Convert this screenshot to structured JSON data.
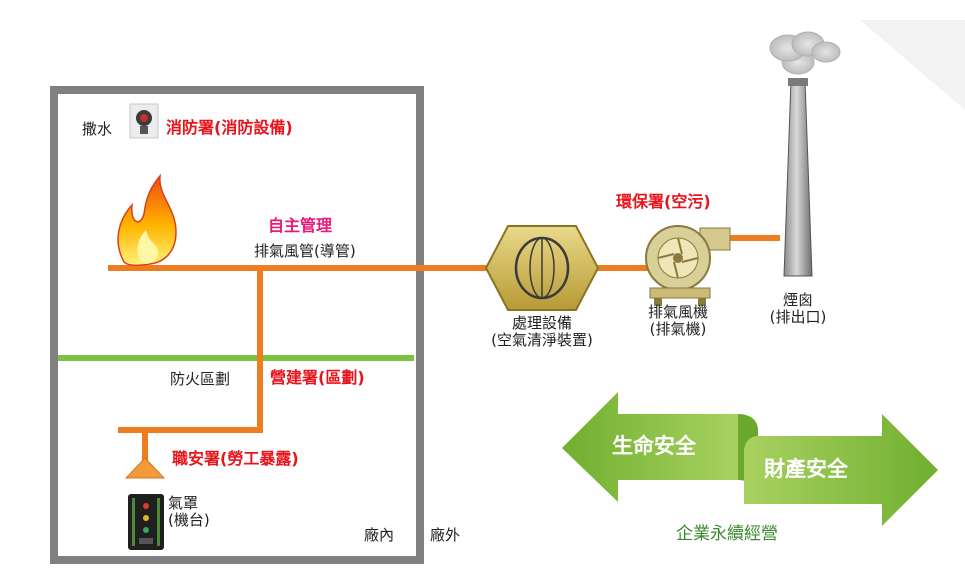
{
  "labels": {
    "sprinkler": "撒水",
    "fire_dept": "消防署(消防設備)",
    "self_management": "自主管理",
    "exhaust_duct": "排氣風管(導管)",
    "fire_zone": "防火區劃",
    "construction_dept": "營建署(區劃)",
    "labor_safety_dept": "職安署(勞工暴露)",
    "hood_line1": "氣罩",
    "hood_line2": "(機台)",
    "inside_factory": "廠內",
    "outside_factory": "廠外",
    "treatment_line1": "處理設備",
    "treatment_line2": "(空氣清淨裝置)",
    "epa": "環保署(空污)",
    "fan_line1": "排氣風機",
    "fan_line2": "(排氣機)",
    "chimney_line1": "煙囪",
    "chimney_line2": "(排出口)",
    "life_safety": "生命安全",
    "property_safety": "財產安全",
    "sustainable_operation": "企業永續經營"
  },
  "colors": {
    "duct": "#ee7d22",
    "fire_zone_line": "#7cc242",
    "arrow_green": "#8dc63f",
    "building_wall": "#808080",
    "regulator_red": "#e8141c",
    "self_mgmt_pink": "#e8197a",
    "sustainable_text": "#3b8a2e"
  },
  "icons": {
    "sprinkler": "sprinkler-icon",
    "flame": "flame-icon",
    "hood": "hood-icon",
    "machine": "machine-icon",
    "treatment": "air-cleaner-icon",
    "fan": "exhaust-fan-icon",
    "chimney": "chimney-icon"
  }
}
